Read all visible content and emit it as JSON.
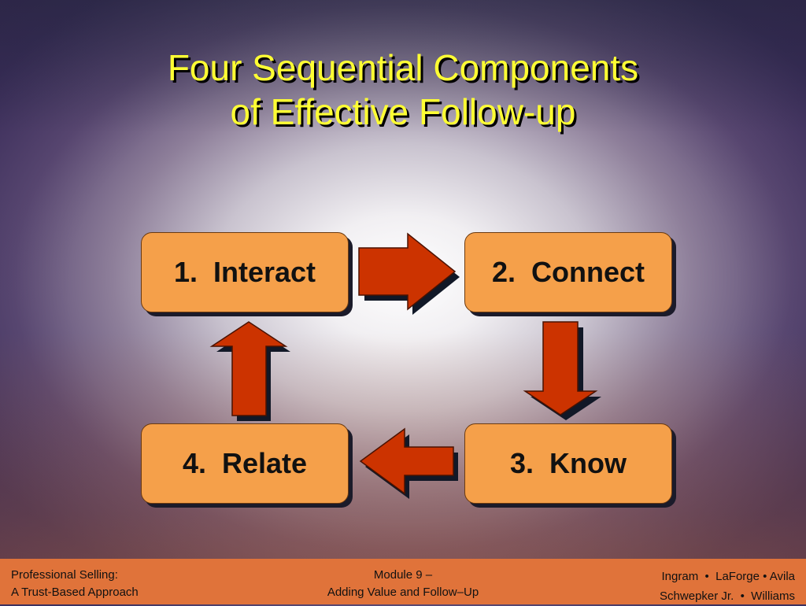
{
  "slide": {
    "title_lines": [
      "Four Sequential Components",
      "of Effective Follow-up"
    ]
  },
  "steps": [
    {
      "label": "1.  Interact"
    },
    {
      "label": "2.  Connect"
    },
    {
      "label": "3.  Know"
    },
    {
      "label": "4.  Relate"
    }
  ],
  "footer": {
    "left_lines": [
      "Professional Selling:",
      "A Trust-Based Approach"
    ],
    "center_lines": [
      "Module 9 –",
      "Adding Value and Follow–Up"
    ],
    "right_lines": [
      "Ingram  •  LaForge • Avila",
      "Schwepker Jr.  •  Williams"
    ]
  },
  "colors": {
    "title": "#ffff33",
    "box_fill": "#f5a04a",
    "arrow_fill": "#cc3300",
    "footer_bg": "#e0733a"
  }
}
